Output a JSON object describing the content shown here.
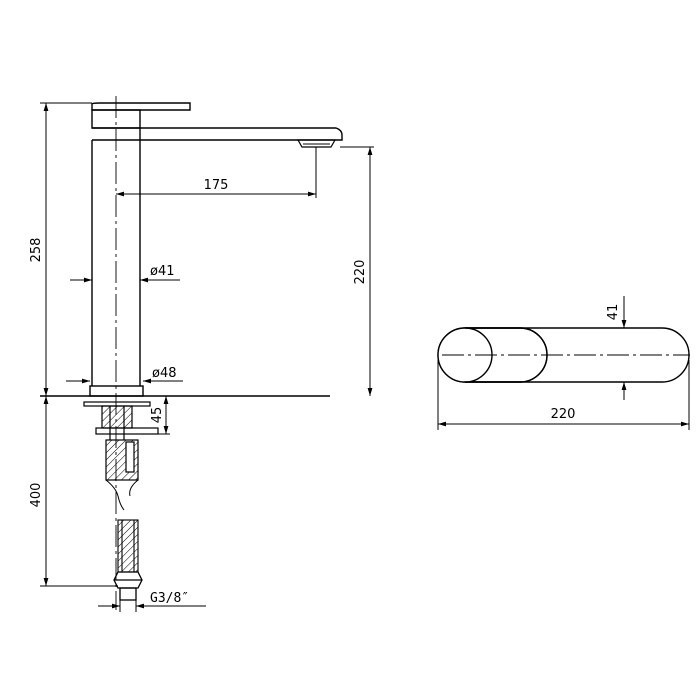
{
  "diagram": {
    "side_view": {
      "dims": {
        "total_height": "258",
        "spout_reach": "175",
        "spout_height": "220",
        "body_diameter": "ø41",
        "base_diameter": "ø48",
        "max_deck_thickness": "45",
        "hose_length": "400",
        "connection": "G3/8″"
      }
    },
    "top_view": {
      "dims": {
        "length": "220",
        "width": "41"
      }
    }
  }
}
